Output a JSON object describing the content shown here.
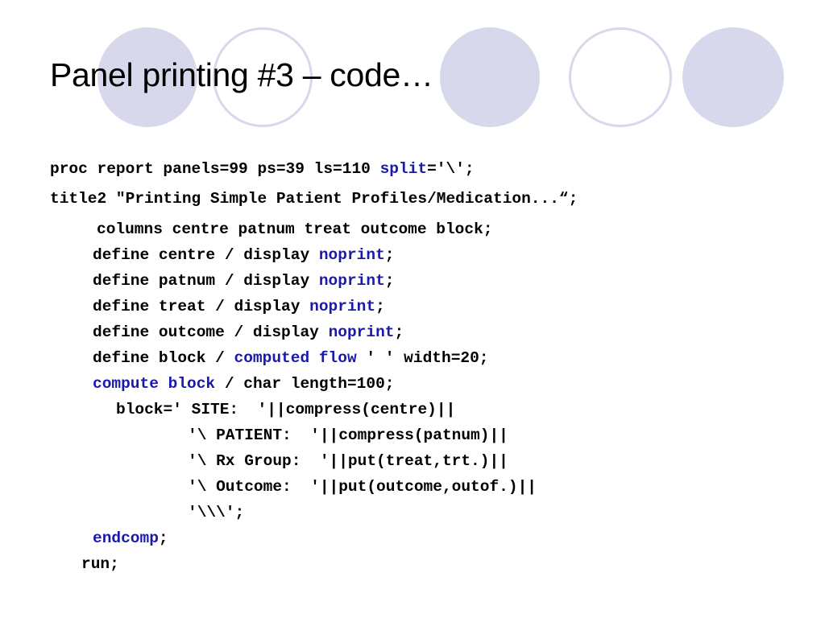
{
  "slide": {
    "title": "Panel printing #3 – code…",
    "keyword_color": "#1a1aaa",
    "circle_color": "#d8d8ec"
  },
  "code": {
    "l1": {
      "a": "proc report panels=99 ps=39 ls=110 ",
      "kw1": "split",
      "b": "='\\';"
    },
    "l2": {
      "a": "title2 \"Printing Simple Patient Profiles/Medication...“;"
    },
    "l3": {
      "a": "columns centre patnum treat outcome block;"
    },
    "l4": {
      "a": "define centre / display ",
      "kw1": "noprint",
      "b": ";"
    },
    "l5": {
      "a": "define patnum / display ",
      "kw1": "noprint",
      "b": ";"
    },
    "l6": {
      "a": "define treat / display ",
      "kw1": "noprint",
      "b": ";"
    },
    "l7": {
      "a": "define outcome / display ",
      "kw1": "noprint",
      "b": ";"
    },
    "l8": {
      "a": "define block / ",
      "kw1": "computed",
      "sp": " ",
      "kw2": "flow",
      "b": " ' ' width=20;"
    },
    "l9": {
      "kw1": "compute",
      "sp": " ",
      "kw2": "block",
      "b": " / char length=100;"
    },
    "l10": {
      "a": "block=' SITE:  '||compress(centre)||"
    },
    "l11": {
      "a": "'\\ PATIENT:  '||compress(patnum)||"
    },
    "l12": {
      "a": "'\\ Rx Group:  '||put(treat,trt.)||"
    },
    "l13": {
      "a": "'\\ Outcome:  '||put(outcome,outof.)||"
    },
    "l14": {
      "a": "'\\\\\\';"
    },
    "l15": {
      "kw1": "endcomp",
      "b": ";"
    },
    "l16": {
      "a": "run;"
    }
  }
}
